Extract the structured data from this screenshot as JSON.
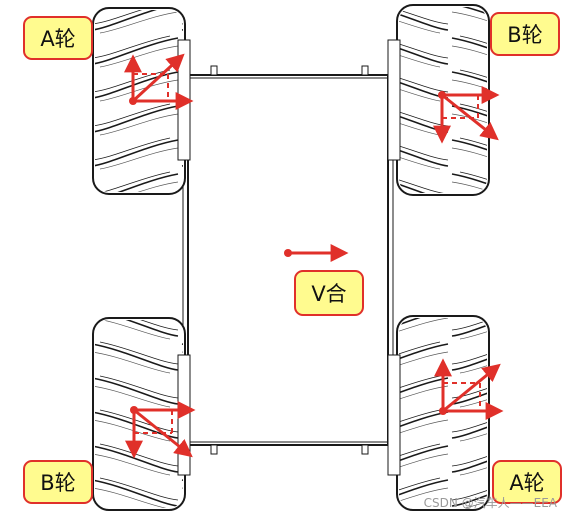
{
  "labels": {
    "top_left": "A轮",
    "top_right": "B轮",
    "bottom_left": "B轮",
    "bottom_right": "A轮",
    "center": "V合"
  },
  "watermark": "CSDN @汽车人——EEA",
  "colors": {
    "arrow": "#e0302a",
    "label_fill": "#fffb8f",
    "label_border": "#e0302a",
    "line": "#1a1a1a"
  }
}
